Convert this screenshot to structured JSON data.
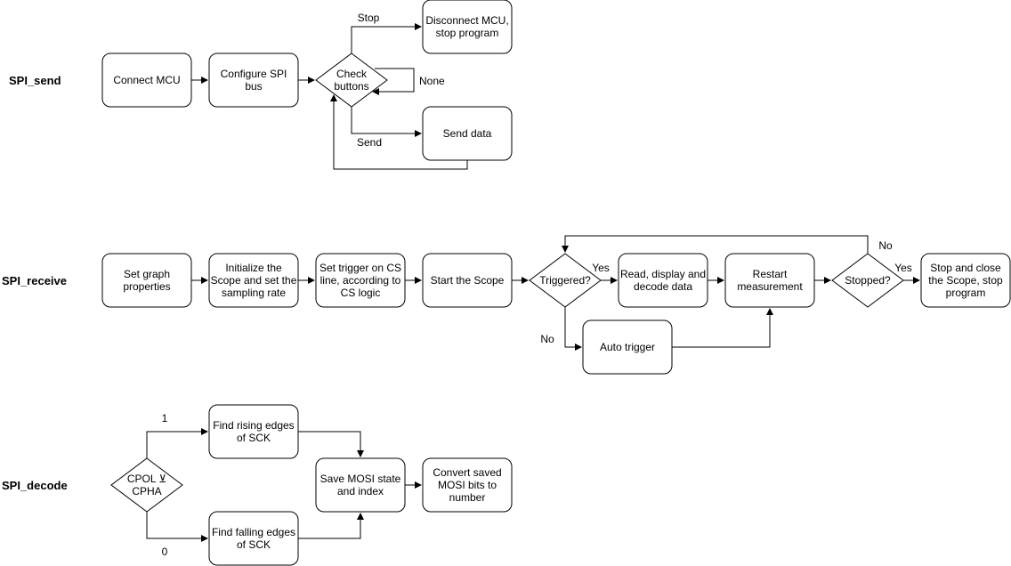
{
  "rows": {
    "send": {
      "label": "SPI_send"
    },
    "receive": {
      "label": "SPI_receive"
    },
    "decode": {
      "label": "SPI_decode"
    }
  },
  "send": {
    "connect": [
      "Connect MCU"
    ],
    "configure": [
      "Configure SPI",
      "bus"
    ],
    "check": [
      "Check",
      "buttons"
    ],
    "disconnect": [
      "Disconnect MCU,",
      "stop program"
    ],
    "send_data": [
      "Send data"
    ],
    "edge_stop": "Stop",
    "edge_none": "None",
    "edge_send": "Send"
  },
  "receive": {
    "graph": [
      "Set graph",
      "properties"
    ],
    "init": [
      "Initialize the",
      "Scope and set the",
      "sampling rate"
    ],
    "trigger": [
      "Set trigger on CS",
      "line, according to",
      "CS logic"
    ],
    "start": [
      "Start the Scope"
    ],
    "triggered": [
      "Triggered?"
    ],
    "read": [
      "Read, display and",
      "decode data"
    ],
    "restart": [
      "Restart",
      "measurement"
    ],
    "stopped": [
      "Stopped?"
    ],
    "stop_close": [
      "Stop and close",
      "the Scope, stop",
      "program"
    ],
    "auto": [
      "Auto trigger"
    ],
    "edge_yes1": "Yes",
    "edge_no1": "No",
    "edge_yes2": "Yes",
    "edge_no2": "No"
  },
  "decode": {
    "cpol": [
      "CPOL ⊻",
      "CPHA"
    ],
    "rising": [
      "Find rising edges",
      "of SCK"
    ],
    "falling": [
      "Find falling edges",
      "of SCK"
    ],
    "save": [
      "Save MOSI state",
      "and index"
    ],
    "convert": [
      "Convert saved",
      "MOSI bits to",
      "number"
    ],
    "edge_1": "1",
    "edge_0": "0"
  }
}
